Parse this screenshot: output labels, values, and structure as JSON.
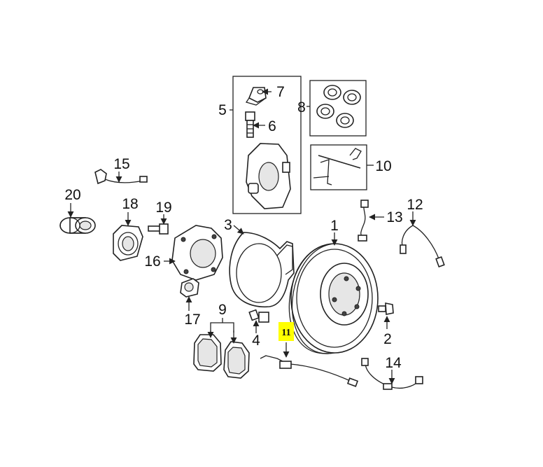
{
  "callouts": [
    {
      "id": "1",
      "text": "1"
    },
    {
      "id": "2",
      "text": "2"
    },
    {
      "id": "3",
      "text": "3"
    },
    {
      "id": "4",
      "text": "4"
    },
    {
      "id": "5",
      "text": "5"
    },
    {
      "id": "6",
      "text": "6"
    },
    {
      "id": "7",
      "text": "7"
    },
    {
      "id": "8",
      "text": "8"
    },
    {
      "id": "9",
      "text": "9"
    },
    {
      "id": "10",
      "text": "10"
    },
    {
      "id": "11",
      "text": "11",
      "highlighted": true
    },
    {
      "id": "12",
      "text": "12"
    },
    {
      "id": "13",
      "text": "13"
    },
    {
      "id": "14",
      "text": "14"
    },
    {
      "id": "15",
      "text": "15"
    },
    {
      "id": "16",
      "text": "16"
    },
    {
      "id": "17",
      "text": "17"
    },
    {
      "id": "18",
      "text": "18"
    },
    {
      "id": "19",
      "text": "19"
    },
    {
      "id": "20",
      "text": "20"
    }
  ],
  "colors": {
    "highlight": "#ffff00",
    "line": "#222222",
    "background": "#ffffff"
  }
}
